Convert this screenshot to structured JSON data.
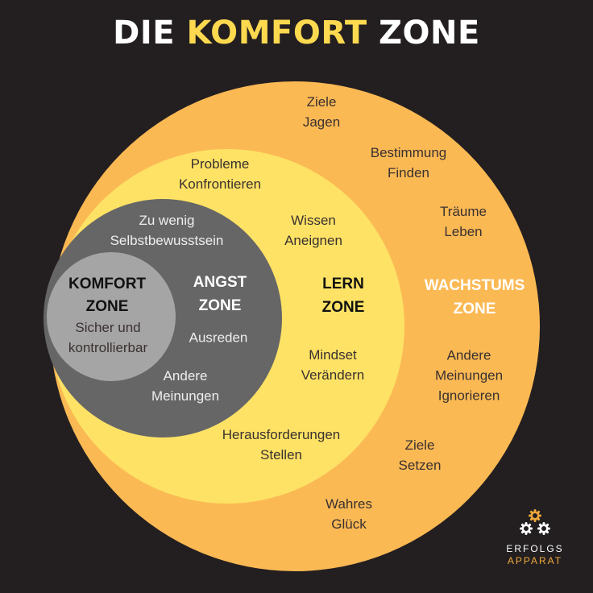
{
  "title": {
    "part1": "DIE",
    "highlight": "KOMFORT",
    "part2": "ZONE"
  },
  "colors": {
    "background": "#231f20",
    "growth_zone": "#fbb954",
    "learning_zone": "#fde265",
    "fear_zone": "#666666",
    "comfort_zone": "#a5a5a5",
    "title_highlight": "#fdd94f",
    "logo_accent": "#f0a83c"
  },
  "zones": {
    "komfort": {
      "title_line1": "KOMFORT",
      "title_line2": "ZONE",
      "items": [
        {
          "line1": "Sicher und",
          "line2": "kontrollierbar"
        }
      ]
    },
    "angst": {
      "title_line1": "ANGST",
      "title_line2": "ZONE",
      "items": [
        {
          "line1": "Zu wenig",
          "line2": "Selbstbewusstsein"
        },
        {
          "line1": "Ausreden"
        },
        {
          "line1": "Andere",
          "line2": "Meinungen"
        }
      ]
    },
    "lern": {
      "title_line1": "LERN",
      "title_line2": "ZONE",
      "items": [
        {
          "line1": "Probleme",
          "line2": "Konfrontieren"
        },
        {
          "line1": "Wissen",
          "line2": "Aneignen"
        },
        {
          "line1": "Mindset",
          "line2": "Verändern"
        },
        {
          "line1": "Herausforderungen",
          "line2": "Stellen"
        }
      ]
    },
    "wachstum": {
      "title_line1": "WACHSTUMS",
      "title_line2": "ZONE",
      "items": [
        {
          "line1": "Ziele",
          "line2": "Jagen"
        },
        {
          "line1": "Bestimmung",
          "line2": "Finden"
        },
        {
          "line1": "Träume",
          "line2": "Leben"
        },
        {
          "line1": "Andere",
          "line2": "Meinungen",
          "line3": "Ignorieren"
        },
        {
          "line1": "Ziele",
          "line2": "Setzen"
        },
        {
          "line1": "Wahres",
          "line2": "Glück"
        }
      ]
    }
  },
  "logo": {
    "line1": "ERFOLGS",
    "line2": "APPARAT",
    "icon": "gears-icon"
  }
}
